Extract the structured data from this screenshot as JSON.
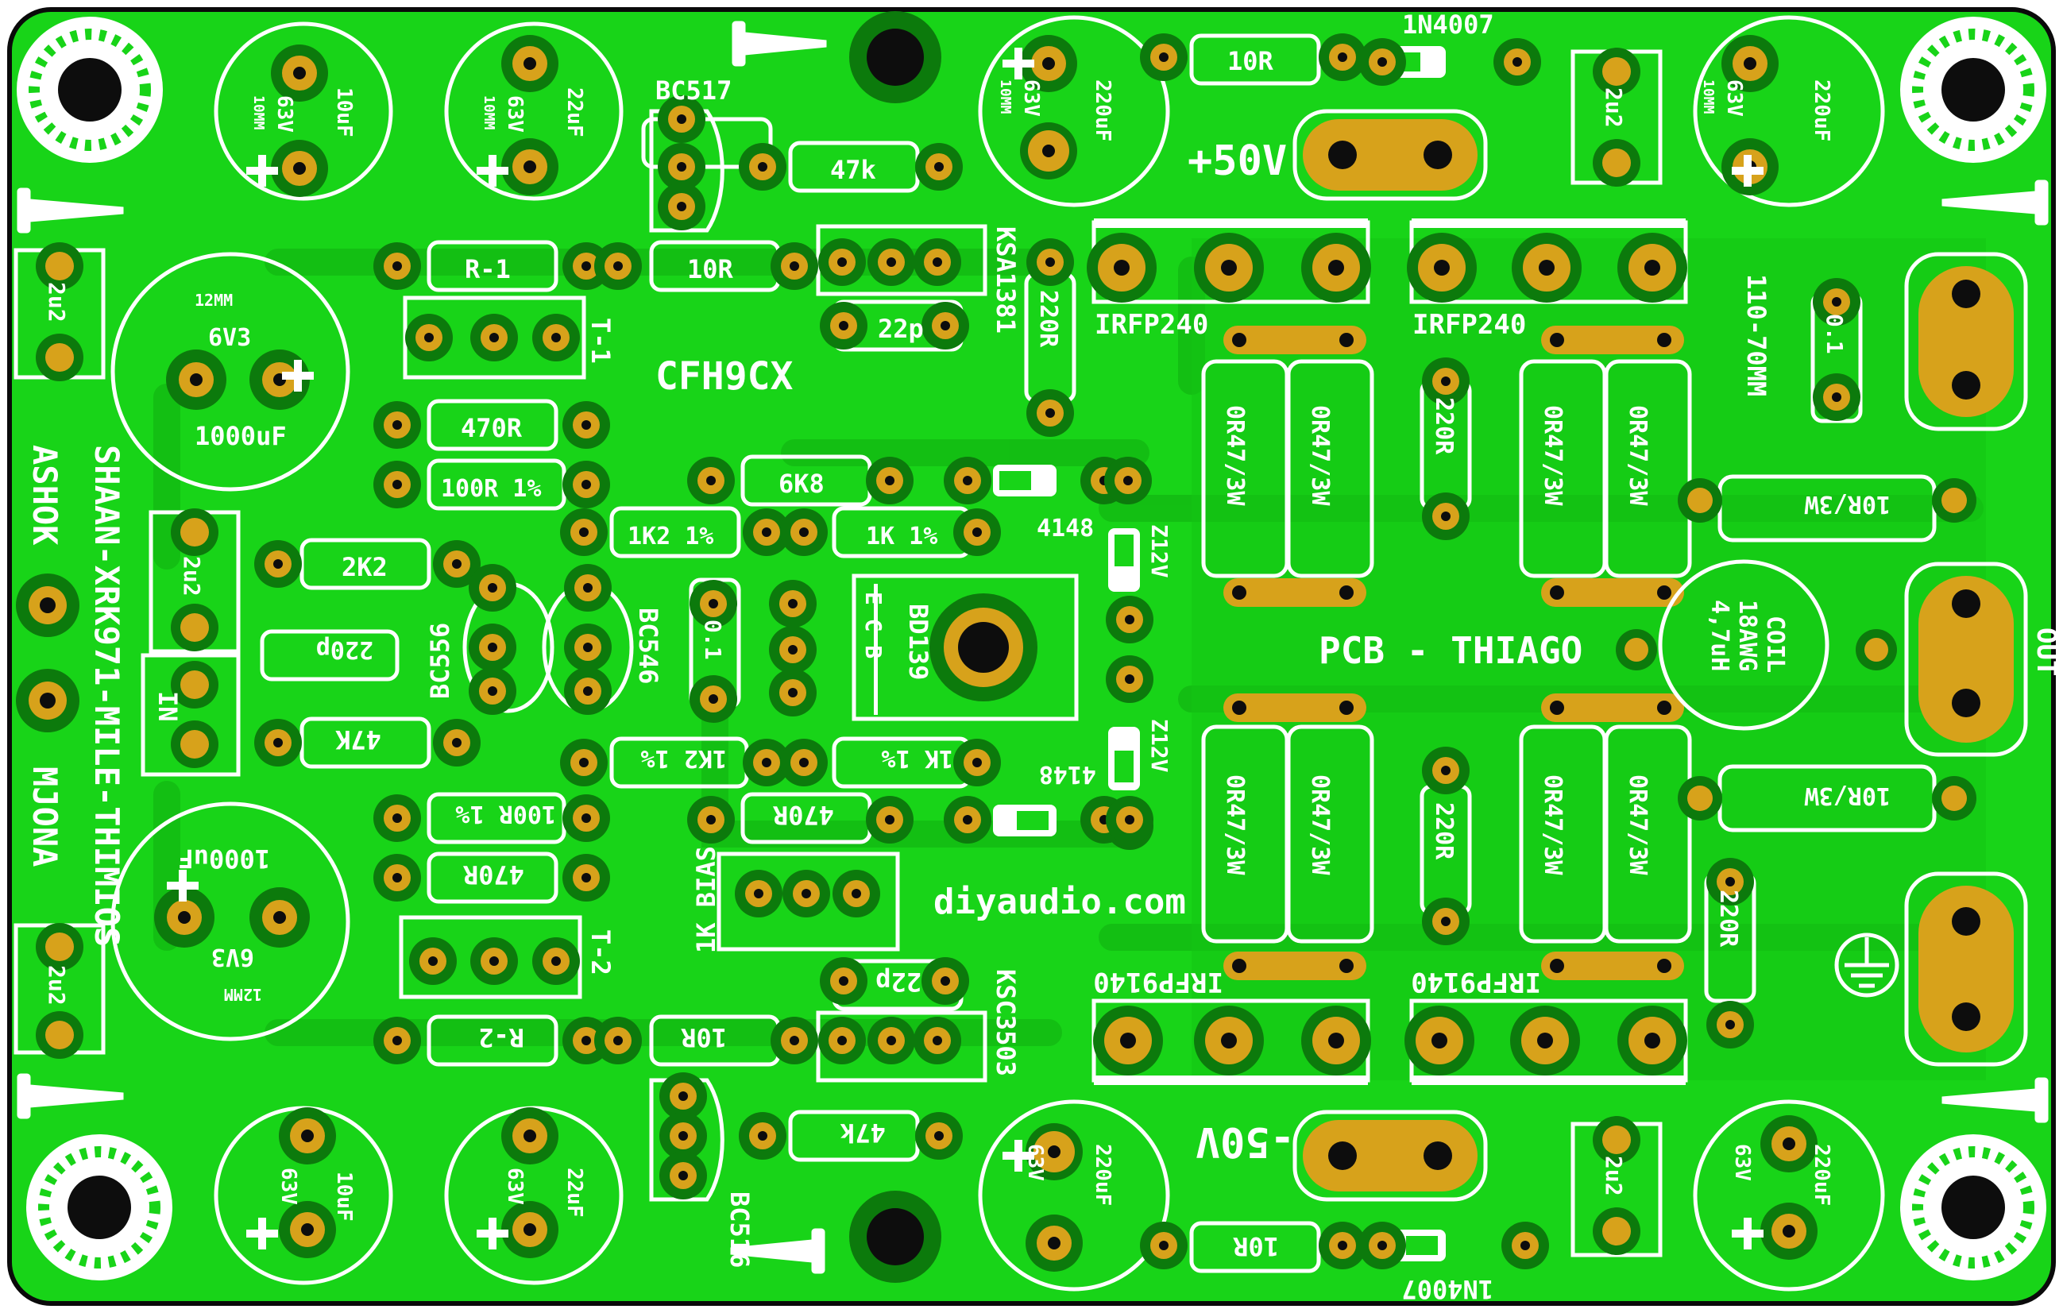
{
  "board": {
    "colors": {
      "board": "#18d418",
      "outline": "#0a0a0a",
      "silk": "#ffffff",
      "pad": "#d7a21b",
      "pad_ring": "#0c7a0c",
      "hole": "#0d0d0d",
      "trace": "#12b812"
    },
    "credits": {
      "author_line": "SHAAN-XRK971-MILE-THIMIOS",
      "ashok": "ASHOK",
      "mjona": "MJONA",
      "pcb": "PCB - THIAGO",
      "site": "diyaudio.com",
      "project": "CFH9CX"
    },
    "rails": {
      "positive": "+50V",
      "negative": "-50V"
    },
    "io": {
      "input": "IN",
      "output": "OUT",
      "mounting": "110-70MM"
    },
    "bias": "1K BIAS",
    "transistors": {
      "bc517": "BC517",
      "bc516": "BC516",
      "bc556": "BC556",
      "bc546": "BC546",
      "ksa1381": "KSA1381",
      "ksc3503": "KSC3503",
      "bd139": "BD139",
      "bd139_pins": "E C B",
      "t1": "T-1",
      "t2": "T-2",
      "irfp240_a": "IRFP240",
      "irfp240_b": "IRFP240",
      "irfp9140_a": "IRFP9140",
      "irfp9140_b": "IRFP9140"
    },
    "resistors": {
      "r1": "R-1",
      "r2": "R-2",
      "r10_top": "10R",
      "r10_upper": "10R",
      "r10_lower": "10R",
      "r10_bottom": "10R",
      "r47k_top": "47k",
      "r47k_bottom": "47k",
      "r47k_left": "47K",
      "r470_a": "470R",
      "r470_b": "470R",
      "r470_c": "470R",
      "r100_1": "100R 1%",
      "r100_2": "100R 1%",
      "r6k8": "6K8",
      "r1k2_a": "1K2 1%",
      "r1k2_b": "1K2 1%",
      "r1k_a": "1K 1%",
      "r1k_b": "1K 1%",
      "r2k2": "2K2",
      "r220_a": "220R",
      "r220_b": "220R",
      "r220_c": "220R",
      "r220_d": "220R",
      "r10r3w_a": "10R/3W",
      "r10r3w_b": "10R/3W",
      "r047": "0R47/3W"
    },
    "capacitors": {
      "c10uf": "10uF",
      "c22uf": "22uF",
      "c220uf": "220uF",
      "c1000uf": "1000uF",
      "v63": "63V",
      "v6v3": "6V3",
      "d10": "10MM",
      "d12": "12MM",
      "c2u2": "2u2",
      "c22p": "22p",
      "c220p": "220p",
      "c01": "0.1"
    },
    "diodes": {
      "d1n4007": "1N4007",
      "d4148": "4148",
      "z12": "Z12V"
    },
    "coil": {
      "name": "COIL",
      "awg": "18AWG",
      "value": "4,7uH"
    }
  }
}
